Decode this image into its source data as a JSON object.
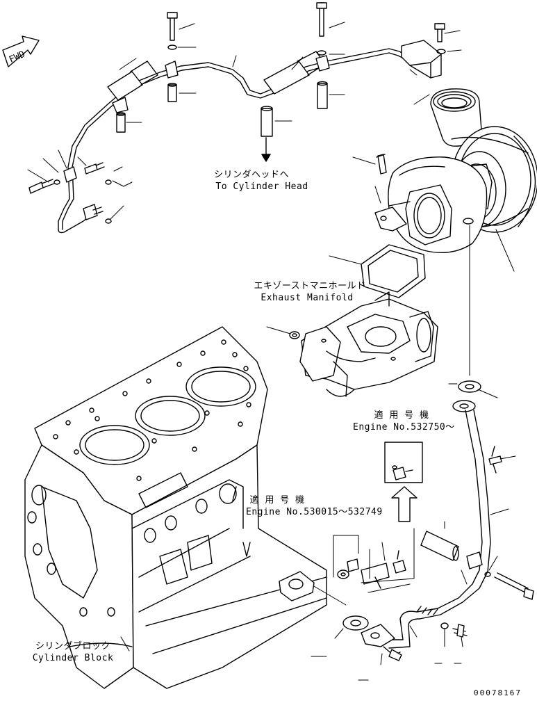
{
  "direction": {
    "fwd": "FWD"
  },
  "labels": {
    "cylinder_head_jp": "シリンダヘッドへ",
    "cylinder_head_en": "To Cylinder Head",
    "exhaust_manifold_jp": "エキゾーストマニホールド",
    "exhaust_manifold_en": "Exhaust Manifold",
    "applicable_upper_jp": "適 用 号 機",
    "applicable_upper_en": "Engine No.532750～",
    "applicable_lower_jp": "適 用 号 機",
    "applicable_lower_en": "Engine No.530015～532749",
    "cylinder_block_jp": "シリンダブロック",
    "cylinder_block_en": "Cylinder Block"
  },
  "drawing_number": "00078167",
  "icons": [
    "fwd-arrow-icon",
    "down-arrow-icon",
    "up-arrow-icon"
  ]
}
